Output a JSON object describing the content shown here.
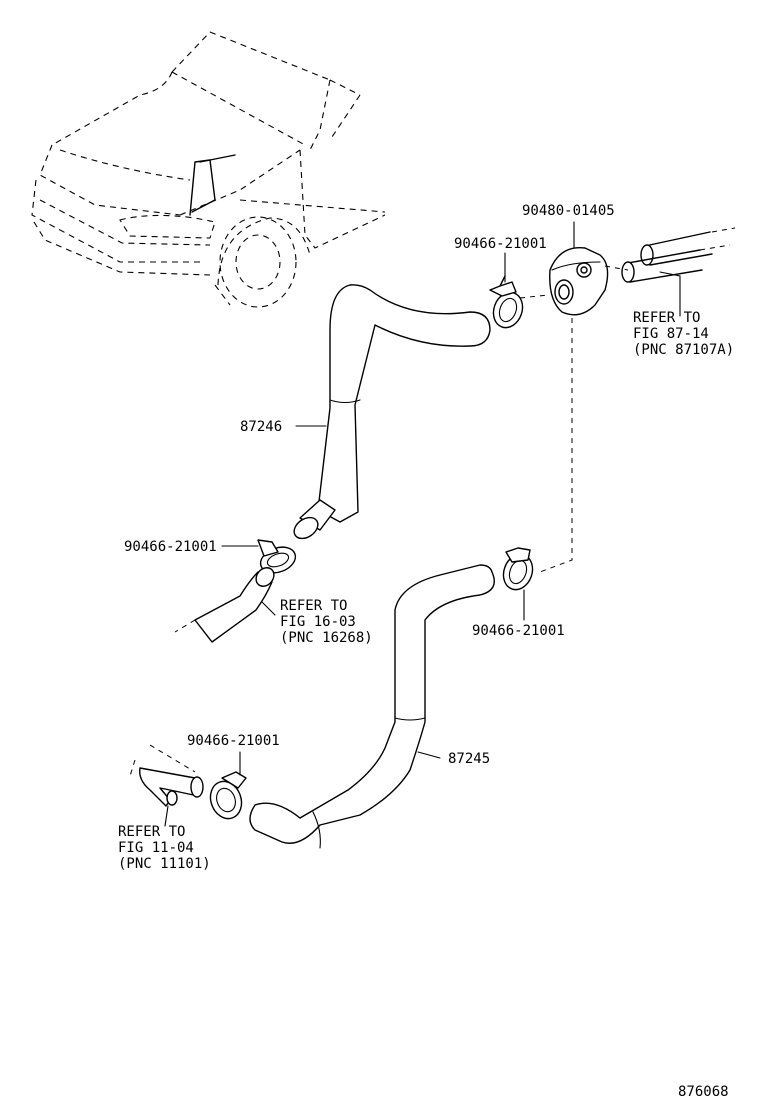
{
  "diagram": {
    "parts": {
      "part_90480": "90480-01405",
      "clamp_top": "90466-21001",
      "hose_upper": "87246",
      "clamp_mid_left": "90466-21001",
      "clamp_mid_right": "90466-21001",
      "clamp_bottom": "90466-21001",
      "hose_lower": "87245"
    },
    "refs": {
      "ref_87": [
        "REFER TO",
        "FIG 87-14",
        "(PNC 87107A)"
      ],
      "ref_16": [
        "REFER TO",
        "FIG 16-03",
        "(PNC 16268)"
      ],
      "ref_11": [
        "REFER TO",
        "FIG 11-04",
        "(PNC 11101)"
      ]
    },
    "figure_number": "876068"
  }
}
